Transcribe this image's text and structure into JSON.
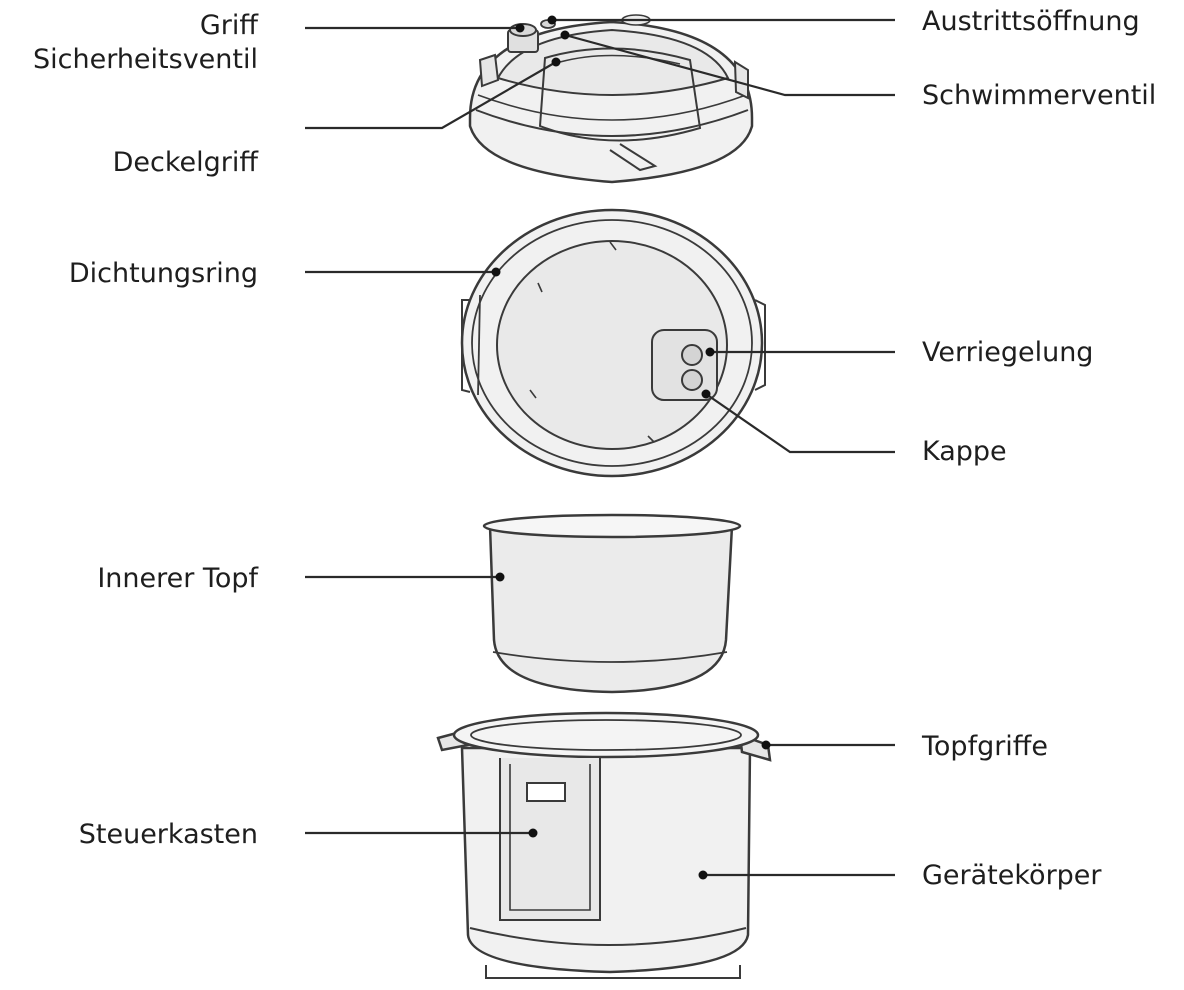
{
  "colors": {
    "line": "#2a2a2a",
    "body_fill": "#f1f1f1",
    "inner_fill": "#e9e9e9",
    "stroke": "#3a3a3a"
  },
  "labels": {
    "griff": "Griff",
    "sicherheitsventil": "Sicherheitsventil",
    "deckelgriff": "Deckelgriff",
    "dichtungsring": "Dichtungsring",
    "innerer_topf": "Innerer Topf",
    "steuerkasten": "Steuerkasten",
    "austrittsoeffnung": "Austrittsöffnung",
    "schwimmerventil": "Schwimmerventil",
    "verriegelung": "Verriegelung",
    "kappe": "Kappe",
    "topfgriffe": "Topfgriffe",
    "geraetekoerper": "Gerätekörper"
  }
}
